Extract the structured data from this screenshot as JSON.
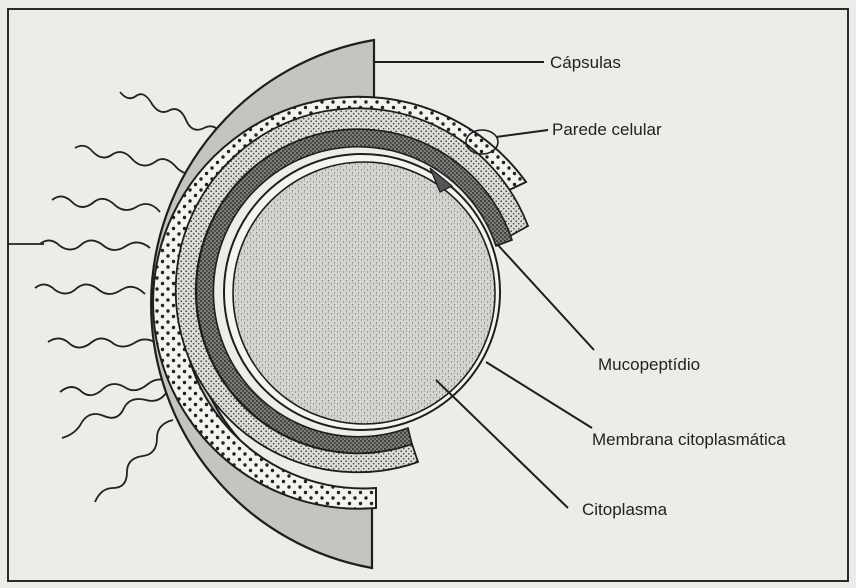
{
  "diagram": {
    "labels": {
      "capsulas": "Cápsulas",
      "parede_celular": "Parede celular",
      "mucopeptidio": "Mucopeptídio",
      "membrana": "Membrana citoplasmática",
      "citoplasma": "Citoplasma"
    },
    "colors": {
      "background": "#ecece9",
      "capsule_fill": "#c8c8c4",
      "wall_fill": "#f2f2ef",
      "mucopeptide_fill": "#8a8a86",
      "cytoplasm_fill": "#d6d6d2",
      "stroke": "#1e1e1e"
    }
  }
}
